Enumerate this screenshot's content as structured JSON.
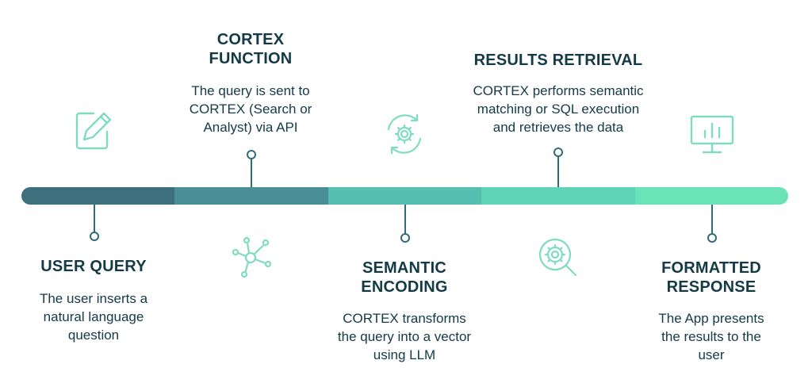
{
  "colors": {
    "dark_text": "#133a45",
    "stem": "#2f6b79",
    "icon": "#7fdcc0",
    "segments": [
      "#3e6f7c",
      "#4a8e98",
      "#56bfb2",
      "#5fd3b5",
      "#6be3b9"
    ]
  },
  "steps": [
    {
      "title": "USER QUERY",
      "description": [
        "The user inserts a",
        "natural language",
        "question"
      ],
      "icon": "edit-icon"
    },
    {
      "title": [
        "CORTEX",
        "FUNCTION"
      ],
      "description": [
        "The query is sent to",
        "CORTEX (Search or",
        "Analyst) via API"
      ],
      "icon": "network-icon"
    },
    {
      "title": [
        "SEMANTIC",
        "ENCODING"
      ],
      "description": [
        "CORTEX transforms",
        "the query into a vector",
        "using LLM"
      ],
      "icon": "gear-cycle-icon"
    },
    {
      "title": "RESULTS RETRIEVAL",
      "description": [
        "CORTEX performs semantic",
        "matching or SQL execution",
        "and retrieves the data"
      ],
      "icon": "gear-search-icon"
    },
    {
      "title": [
        "FORMATTED",
        "RESPONSE"
      ],
      "description": [
        "The App presents",
        "the results to the",
        "user"
      ],
      "icon": "monitor-chart-icon"
    }
  ]
}
